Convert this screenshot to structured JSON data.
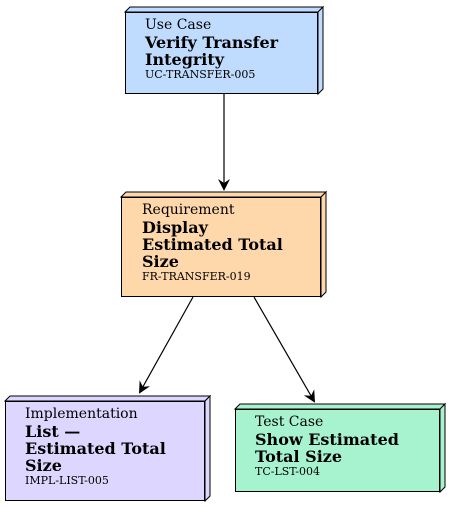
{
  "diagram": {
    "nodes": {
      "use_case": {
        "type": "Use Case",
        "title_lines": [
          "Verify Transfer",
          "Integrity"
        ],
        "id": "UC-TRANSFER-005",
        "fill": "#bfdbfe"
      },
      "requirement": {
        "type": "Requirement",
        "title_lines": [
          "Display",
          "Estimated Total",
          "Size"
        ],
        "id": "FR-TRANSFER-019",
        "fill": "#fed7aa"
      },
      "implementation": {
        "type": "Implementation",
        "title_lines": [
          "List —",
          "Estimated Total",
          "Size"
        ],
        "id": "IMPL-LIST-005",
        "fill": "#ddd6fe"
      },
      "test_case": {
        "type": "Test Case",
        "title_lines": [
          "Show Estimated",
          "Total Size"
        ],
        "id": "TC-LST-004",
        "fill": "#a7f3d0"
      }
    },
    "colors": {
      "stroke": "#000000",
      "background": "#ffffff"
    }
  }
}
